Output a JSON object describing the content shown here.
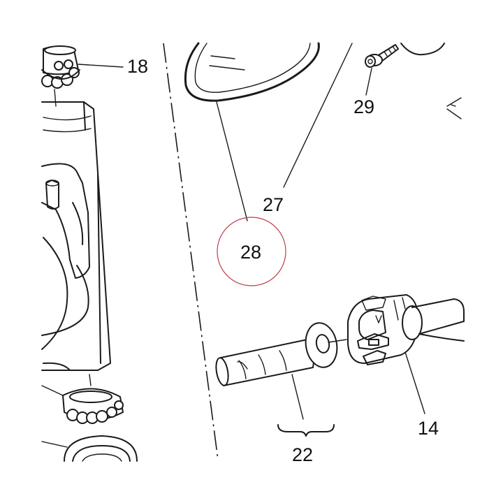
{
  "labels": {
    "l18": "18",
    "l29": "29",
    "l27": "27",
    "l28": "28",
    "l14": "14",
    "l22": "22"
  },
  "highlight_color": "#c0394b",
  "line_color": "#1a1a1a"
}
